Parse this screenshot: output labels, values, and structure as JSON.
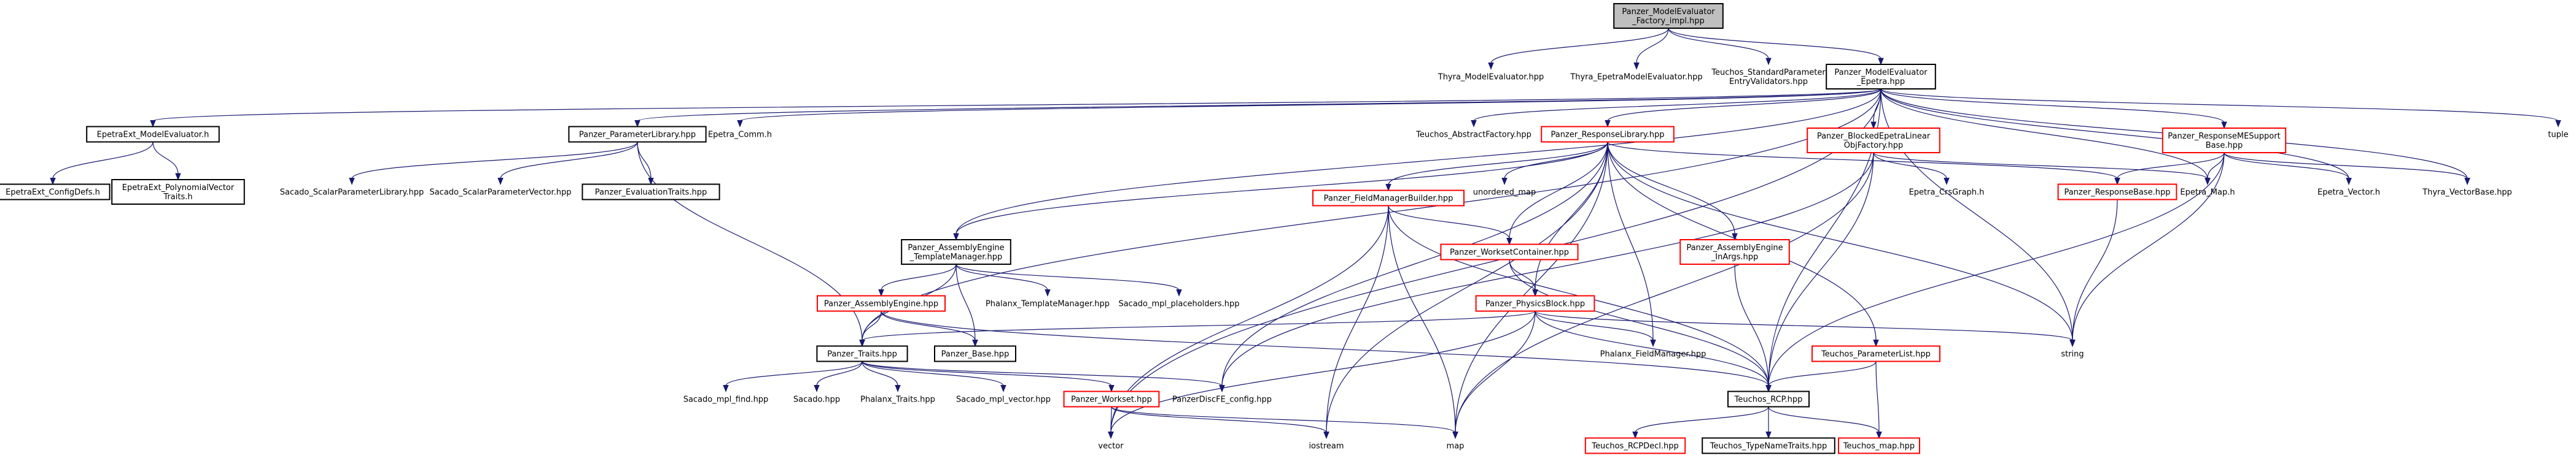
{
  "colors": {
    "root_fill": "#bfbfbf",
    "box_border_black": "#000000",
    "box_border_red": "#ff0000",
    "edge": "#191970"
  },
  "nodes": [
    {
      "id": "root",
      "lines": [
        "Panzer_ModelEvaluator",
        "_Factory_impl.hpp"
      ],
      "style": "root"
    },
    {
      "id": "thyra_me",
      "lines": [
        "Thyra_ModelEvaluator.hpp"
      ],
      "style": "none"
    },
    {
      "id": "thyra_eme",
      "lines": [
        "Thyra_EpetraModelEvaluator.hpp"
      ],
      "style": "none"
    },
    {
      "id": "teuchos_spev",
      "lines": [
        "Teuchos_StandardParameter",
        "EntryValidators.hpp"
      ],
      "style": "none"
    },
    {
      "id": "pme_epetra",
      "lines": [
        "Panzer_ModelEvaluator",
        "_Epetra.hpp"
      ],
      "style": "black"
    },
    {
      "id": "tuple",
      "lines": [
        "tuple"
      ],
      "style": "none"
    },
    {
      "id": "epetraext_me",
      "lines": [
        "EpetraExt_ModelEvaluator.h"
      ],
      "style": "black"
    },
    {
      "id": "panzer_paramlib",
      "lines": [
        "Panzer_ParameterLibrary.hpp"
      ],
      "style": "black"
    },
    {
      "id": "epetra_comm",
      "lines": [
        "Epetra_Comm.h"
      ],
      "style": "none"
    },
    {
      "id": "teuchos_af",
      "lines": [
        "Teuchos_AbstractFactory.hpp"
      ],
      "style": "none"
    },
    {
      "id": "panzer_resplib",
      "lines": [
        "Panzer_ResponseLibrary.hpp"
      ],
      "style": "red"
    },
    {
      "id": "panzer_blocked",
      "lines": [
        "Panzer_BlockedEpetraLinear",
        "ObjFactory.hpp"
      ],
      "style": "red"
    },
    {
      "id": "panzer_rme_support",
      "lines": [
        "Panzer_ResponseMESupport",
        "Base.hpp"
      ],
      "style": "red"
    },
    {
      "id": "epetraext_configdefs",
      "lines": [
        "EpetraExt_ConfigDefs.h"
      ],
      "style": "black"
    },
    {
      "id": "epetraext_polyvec",
      "lines": [
        "EpetraExt_PolynomialVector",
        "Traits.h"
      ],
      "style": "black"
    },
    {
      "id": "sacado_spl",
      "lines": [
        "Sacado_ScalarParameterLibrary.hpp"
      ],
      "style": "none"
    },
    {
      "id": "sacado_spv",
      "lines": [
        "Sacado_ScalarParameterVector.hpp"
      ],
      "style": "none"
    },
    {
      "id": "panzer_evaltraits",
      "lines": [
        "Panzer_EvaluationTraits.hpp"
      ],
      "style": "black"
    },
    {
      "id": "panzer_fmb",
      "lines": [
        "Panzer_FieldManagerBuilder.hpp"
      ],
      "style": "red"
    },
    {
      "id": "unordered_map",
      "lines": [
        "unordered_map"
      ],
      "style": "none"
    },
    {
      "id": "panzer_responsebase",
      "lines": [
        "Panzer_ResponseBase.hpp"
      ],
      "style": "red"
    },
    {
      "id": "epetra_crsgraph",
      "lines": [
        "Epetra_CrsGraph.h"
      ],
      "style": "none"
    },
    {
      "id": "epetra_map",
      "lines": [
        "Epetra_Map.h"
      ],
      "style": "none"
    },
    {
      "id": "epetra_vector",
      "lines": [
        "Epetra_Vector.h"
      ],
      "style": "none"
    },
    {
      "id": "thyra_vectorbase",
      "lines": [
        "Thyra_VectorBase.hpp"
      ],
      "style": "none"
    },
    {
      "id": "panzer_ae_tm",
      "lines": [
        "Panzer_AssemblyEngine",
        "_TemplateManager.hpp"
      ],
      "style": "black"
    },
    {
      "id": "panzer_wsc",
      "lines": [
        "Panzer_WorksetContainer.hpp"
      ],
      "style": "red"
    },
    {
      "id": "panzer_ae_inargs",
      "lines": [
        "Panzer_AssemblyEngine",
        "_InArgs.hpp"
      ],
      "style": "red"
    },
    {
      "id": "panzer_ae",
      "lines": [
        "Panzer_AssemblyEngine.hpp"
      ],
      "style": "red"
    },
    {
      "id": "phalanx_tm",
      "lines": [
        "Phalanx_TemplateManager.hpp"
      ],
      "style": "none"
    },
    {
      "id": "sacado_mpl_ph",
      "lines": [
        "Sacado_mpl_placeholders.hpp"
      ],
      "style": "none"
    },
    {
      "id": "panzer_physicsblock",
      "lines": [
        "Panzer_PhysicsBlock.hpp"
      ],
      "style": "red"
    },
    {
      "id": "teuchos_paramlist",
      "lines": [
        "Teuchos_ParameterList.hpp"
      ],
      "style": "red"
    },
    {
      "id": "string",
      "lines": [
        "string"
      ],
      "style": "none"
    },
    {
      "id": "panzer_traits",
      "lines": [
        "Panzer_Traits.hpp"
      ],
      "style": "black"
    },
    {
      "id": "panzer_base",
      "lines": [
        "Panzer_Base.hpp"
      ],
      "style": "black"
    },
    {
      "id": "phalanx_fm",
      "lines": [
        "Phalanx_FieldManager.hpp"
      ],
      "style": "none"
    },
    {
      "id": "sacado_mpl_find",
      "lines": [
        "Sacado_mpl_find.hpp"
      ],
      "style": "none"
    },
    {
      "id": "sacado",
      "lines": [
        "Sacado.hpp"
      ],
      "style": "none"
    },
    {
      "id": "phalanx_traits",
      "lines": [
        "Phalanx_Traits.hpp"
      ],
      "style": "none"
    },
    {
      "id": "sacado_mpl_vector",
      "lines": [
        "Sacado_mpl_vector.hpp"
      ],
      "style": "none"
    },
    {
      "id": "panzer_workset",
      "lines": [
        "Panzer_Workset.hpp"
      ],
      "style": "red"
    },
    {
      "id": "panzerdiscfe_config",
      "lines": [
        "PanzerDiscFE_config.hpp"
      ],
      "style": "none"
    },
    {
      "id": "teuchos_rcp",
      "lines": [
        "Teuchos_RCP.hpp"
      ],
      "style": "black"
    },
    {
      "id": "vector",
      "lines": [
        "vector"
      ],
      "style": "none"
    },
    {
      "id": "iostream",
      "lines": [
        "iostream"
      ],
      "style": "none"
    },
    {
      "id": "map",
      "lines": [
        "map"
      ],
      "style": "none"
    },
    {
      "id": "teuchos_rcpdecl",
      "lines": [
        "Teuchos_RCPDecl.hpp"
      ],
      "style": "red"
    },
    {
      "id": "teuchos_tnt",
      "lines": [
        "Teuchos_TypeNameTraits.hpp"
      ],
      "style": "black"
    },
    {
      "id": "teuchos_map",
      "lines": [
        "Teuchos_map.hpp"
      ],
      "style": "red"
    }
  ],
  "edges": [
    [
      "root",
      "thyra_me"
    ],
    [
      "root",
      "thyra_eme"
    ],
    [
      "root",
      "teuchos_spev"
    ],
    [
      "root",
      "pme_epetra"
    ],
    [
      "pme_epetra",
      "tuple"
    ],
    [
      "pme_epetra",
      "epetraext_me"
    ],
    [
      "pme_epetra",
      "panzer_paramlib"
    ],
    [
      "pme_epetra",
      "epetra_comm"
    ],
    [
      "pme_epetra",
      "teuchos_af"
    ],
    [
      "pme_epetra",
      "panzer_resplib"
    ],
    [
      "pme_epetra",
      "panzer_blocked"
    ],
    [
      "pme_epetra",
      "panzer_rme_support"
    ],
    [
      "pme_epetra",
      "epetra_map"
    ],
    [
      "pme_epetra",
      "epetra_vector"
    ],
    [
      "pme_epetra",
      "thyra_vectorbase"
    ],
    [
      "pme_epetra",
      "panzer_ae_tm"
    ],
    [
      "pme_epetra",
      "panzer_traits"
    ],
    [
      "pme_epetra",
      "string"
    ],
    [
      "pme_epetra",
      "vector"
    ],
    [
      "pme_epetra",
      "teuchos_rcp"
    ],
    [
      "epetraext_me",
      "epetraext_configdefs"
    ],
    [
      "epetraext_me",
      "epetraext_polyvec"
    ],
    [
      "panzer_paramlib",
      "sacado_spl"
    ],
    [
      "panzer_paramlib",
      "sacado_spv"
    ],
    [
      "panzer_paramlib",
      "panzer_evaltraits"
    ],
    [
      "panzer_paramlib",
      "panzer_traits"
    ],
    [
      "panzer_resplib",
      "panzer_ae_tm"
    ],
    [
      "panzer_resplib",
      "panzer_fmb"
    ],
    [
      "panzer_resplib",
      "unordered_map"
    ],
    [
      "panzer_resplib",
      "panzer_wsc"
    ],
    [
      "panzer_resplib",
      "panzer_ae_inargs"
    ],
    [
      "panzer_resplib",
      "panzer_physicsblock"
    ],
    [
      "panzer_resplib",
      "phalanx_fm"
    ],
    [
      "panzer_resplib",
      "teuchos_paramlist"
    ],
    [
      "panzer_resplib",
      "panzer_responsebase"
    ],
    [
      "panzer_resplib",
      "string"
    ],
    [
      "panzer_resplib",
      "iostream"
    ],
    [
      "panzer_resplib",
      "panzerdiscfe_config"
    ],
    [
      "panzer_resplib",
      "map"
    ],
    [
      "panzer_blocked",
      "epetra_crsgraph"
    ],
    [
      "panzer_blocked",
      "epetra_map"
    ],
    [
      "panzer_blocked",
      "teuchos_rcp"
    ],
    [
      "panzer_blocked",
      "map"
    ],
    [
      "panzer_blocked",
      "panzerdiscfe_config"
    ],
    [
      "panzer_rme_support",
      "panzer_responsebase"
    ],
    [
      "panzer_rme_support",
      "epetra_map"
    ],
    [
      "panzer_rme_support",
      "epetra_vector"
    ],
    [
      "panzer_rme_support",
      "thyra_vectorbase"
    ],
    [
      "panzer_rme_support",
      "string"
    ],
    [
      "panzer_rme_support",
      "teuchos_rcp"
    ],
    [
      "panzer_responsebase",
      "string"
    ],
    [
      "panzer_fmb",
      "panzer_wsc"
    ],
    [
      "panzer_fmb",
      "vector"
    ],
    [
      "panzer_fmb",
      "iostream"
    ],
    [
      "panzer_fmb",
      "map"
    ],
    [
      "panzer_fmb",
      "teuchos_rcp"
    ],
    [
      "panzer_ae_tm",
      "panzer_ae"
    ],
    [
      "panzer_ae_tm",
      "phalanx_tm"
    ],
    [
      "panzer_ae_tm",
      "sacado_mpl_ph"
    ],
    [
      "panzer_ae_tm",
      "panzer_traits"
    ],
    [
      "panzer_ae_tm",
      "panzer_base"
    ],
    [
      "panzer_wsc",
      "panzer_physicsblock"
    ],
    [
      "panzer_wsc",
      "teuchos_rcp"
    ],
    [
      "panzer_ae_inargs",
      "teuchos_rcp"
    ],
    [
      "panzer_ae",
      "panzer_traits"
    ],
    [
      "panzer_ae",
      "panzer_base"
    ],
    [
      "panzer_ae",
      "teuchos_rcp"
    ],
    [
      "panzer_physicsblock",
      "panzer_traits"
    ],
    [
      "panzer_physicsblock",
      "phalanx_fm"
    ],
    [
      "panzer_physicsblock",
      "string"
    ],
    [
      "panzer_physicsblock",
      "vector"
    ],
    [
      "panzer_physicsblock",
      "map"
    ],
    [
      "panzer_physicsblock",
      "teuchos_rcp"
    ],
    [
      "teuchos_paramlist",
      "teuchos_rcp"
    ],
    [
      "teuchos_paramlist",
      "teuchos_map"
    ],
    [
      "panzer_traits",
      "sacado_mpl_find"
    ],
    [
      "panzer_traits",
      "sacado"
    ],
    [
      "panzer_traits",
      "phalanx_traits"
    ],
    [
      "panzer_traits",
      "sacado_mpl_vector"
    ],
    [
      "panzer_traits",
      "panzer_workset"
    ],
    [
      "panzer_traits",
      "panzerdiscfe_config"
    ],
    [
      "panzer_workset",
      "vector"
    ],
    [
      "panzer_workset",
      "iostream"
    ],
    [
      "panzer_workset",
      "map"
    ],
    [
      "teuchos_rcp",
      "teuchos_rcpdecl"
    ],
    [
      "teuchos_rcp",
      "teuchos_tnt"
    ],
    [
      "teuchos_rcp",
      "teuchos_map"
    ]
  ]
}
